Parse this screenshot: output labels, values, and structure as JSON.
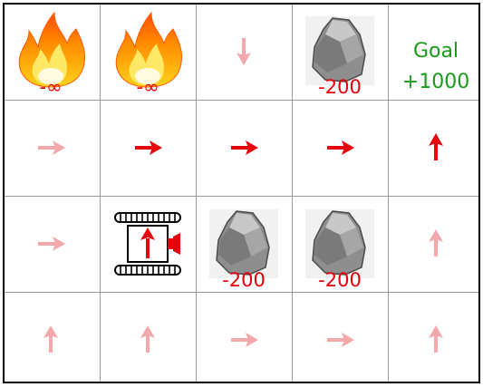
{
  "colors": {
    "policy_arrow_strong": "#e8000a",
    "policy_arrow_faded": "#f5a8ac",
    "penalty_text": "#e8000a",
    "goal_text": "#1a9a1a",
    "grid_line": "#9a9a9a",
    "border": "#000000"
  },
  "grid": {
    "rows": 4,
    "cols": 5,
    "cells": [
      [
        {
          "type": "fire",
          "icon": "fire-icon",
          "penalty": "-∞"
        },
        {
          "type": "fire",
          "icon": "fire-icon",
          "penalty": "-∞"
        },
        {
          "type": "arrow",
          "dir": "down",
          "strength": "faded"
        },
        {
          "type": "rock",
          "icon": "rock-icon",
          "penalty": "-200"
        },
        {
          "type": "goal",
          "label": "Goal",
          "reward": "+1000"
        }
      ],
      [
        {
          "type": "arrow",
          "dir": "right",
          "strength": "faded"
        },
        {
          "type": "arrow",
          "dir": "right",
          "strength": "strong"
        },
        {
          "type": "arrow",
          "dir": "right",
          "strength": "strong"
        },
        {
          "type": "arrow",
          "dir": "right",
          "strength": "strong"
        },
        {
          "type": "arrow",
          "dir": "up",
          "strength": "strong"
        }
      ],
      [
        {
          "type": "arrow",
          "dir": "right",
          "strength": "faded"
        },
        {
          "type": "agent",
          "icon": "robot-tank-icon",
          "dir": "up"
        },
        {
          "type": "rock",
          "icon": "rock-icon",
          "penalty": "-200"
        },
        {
          "type": "rock",
          "icon": "rock-icon",
          "penalty": "-200"
        },
        {
          "type": "arrow",
          "dir": "up",
          "strength": "faded"
        }
      ],
      [
        {
          "type": "arrow",
          "dir": "up",
          "strength": "faded"
        },
        {
          "type": "arrow",
          "dir": "up",
          "strength": "faded"
        },
        {
          "type": "arrow",
          "dir": "right",
          "strength": "faded"
        },
        {
          "type": "arrow",
          "dir": "right",
          "strength": "faded"
        },
        {
          "type": "arrow",
          "dir": "up",
          "strength": "faded"
        }
      ]
    ]
  }
}
